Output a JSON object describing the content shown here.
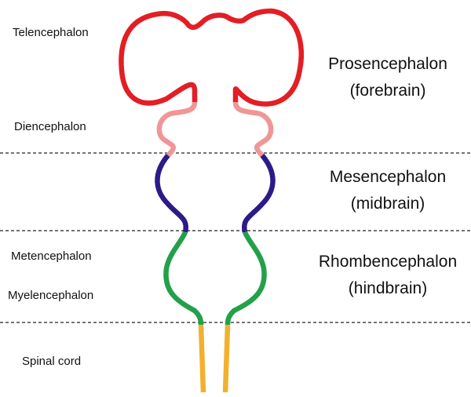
{
  "left_labels": {
    "telencephalon": "Telencephalon",
    "diencephalon": "Diencephalon",
    "metencephalon": "Metencephalon",
    "myelencephalon": "Myelencephalon",
    "spinal_cord": "Spinal cord"
  },
  "regions": {
    "forebrain": {
      "name": "Prosencephalon",
      "common": "(forebrain)"
    },
    "midbrain": {
      "name": "Mesencephalon",
      "common": "(midbrain)"
    },
    "hindbrain": {
      "name": "Rhombencephalon",
      "common": "(hindbrain)"
    }
  },
  "colors": {
    "telencephalon": "#e31e24",
    "diencephalon": "#f09696",
    "mesencephalon": "#2e1a87",
    "rhombencephalon": "#23a04a",
    "spinal_cord": "#f2b02e",
    "divider": "#222222"
  }
}
